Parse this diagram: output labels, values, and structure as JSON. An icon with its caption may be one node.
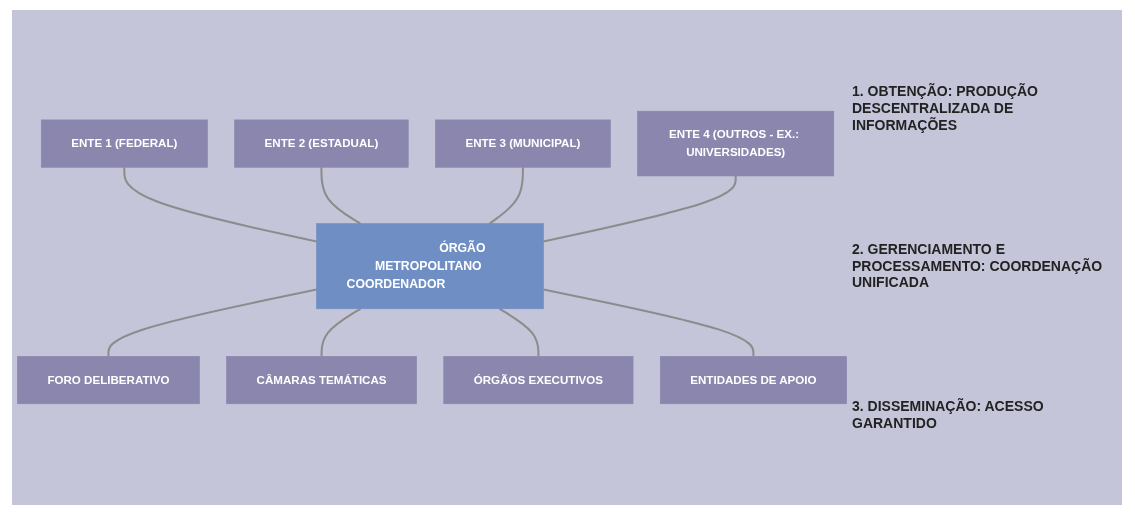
{
  "diagram": {
    "nodes": [
      {
        "text": [
          "ENTE 1 (FEDERAL)"
        ]
      },
      {
        "text": [
          "ENTE 2 (ESTADUAL)"
        ]
      },
      {
        "text": [
          "ENTE 3 (MUNICIPAL)"
        ]
      },
      {
        "text": [
          "ENTE 4 (OUTROS - EX.: UNIVERSIDADES)"
        ]
      },
      {
        "text": [
          "ÓRGÃO METROPOLITANO COORDENADOR"
        ]
      },
      {
        "text": [
          "FORO DELIBERATIVO"
        ]
      },
      {
        "text": [
          "CÂMARAS TEMÁTICAS"
        ]
      },
      {
        "text": [
          "ÓRGÃOS EXECUTIVOS"
        ]
      },
      {
        "text": [
          "ENTIDADES DE APOIO"
        ]
      }
    ],
    "edges": [
      {
        "from": 0,
        "to": 4,
        "arrow": "none"
      },
      {
        "from": 1,
        "to": 4,
        "arrow": "none"
      },
      {
        "from": 2,
        "to": 4,
        "arrow": "none"
      },
      {
        "from": 3,
        "to": 4,
        "arrow": "none"
      },
      {
        "from": 4,
        "to": 5,
        "arrow": "none"
      },
      {
        "from": 4,
        "to": 6,
        "arrow": "none"
      },
      {
        "from": 4,
        "to": 7,
        "arrow": "none"
      },
      {
        "from": 4,
        "to": 8,
        "arrow": "none"
      }
    ],
    "labels": [
      "1. OBTENÇÃO: PRODUÇÃO DESCENTRALIZADA DE INFORMAÇÕES",
      "2. GERENCIAMENTO E PROCESSAMENTO: COORDENAÇÃO UNIFICADA",
      "3. DISSEMINAÇÃO: ACESSO GARANTIDO"
    ]
  }
}
